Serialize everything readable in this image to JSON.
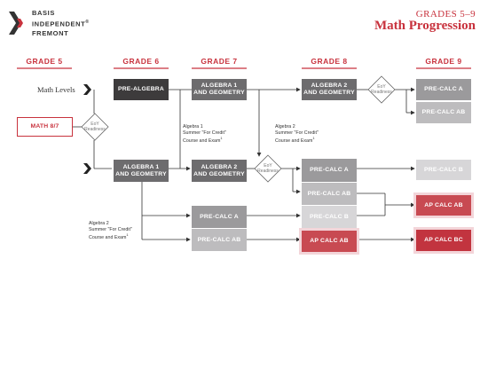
{
  "logo": {
    "line1": "BASIS",
    "line2": "INDEPENDENT",
    "mark_suffix": "®",
    "line3": "FREMONT"
  },
  "header": {
    "subtitle": "GRADES 5–9",
    "title": "Math Progression"
  },
  "grades": [
    "GRADE 5",
    "GRADE 6",
    "GRADE 7",
    "GRADE 8",
    "GRADE 9"
  ],
  "labels": {
    "math_levels": "Math Levels",
    "math_87": "MATH 8/7",
    "eoy_line1": "EoY",
    "eoy_line2": "Readiness"
  },
  "boxes": {
    "pre_algebra": "PRE-ALGEBRA",
    "alg1_geo_g7_l1": "ALGEBRA 1",
    "alg1_geo_g7_l2": "AND GEOMETRY",
    "alg2_geo_g8_l1": "ALGEBRA 2",
    "alg2_geo_g8_l2": "AND GEOMETRY",
    "precalc_a_g9_top": "PRE-CALC A",
    "precalc_ab_g9_top": "PRE-CALC AB",
    "alg1_geo_g6_l1": "ALGEBRA 1",
    "alg1_geo_g6_l2": "AND GEOMETRY",
    "alg2_geo_g7_l1": "ALGEBRA 2",
    "alg2_geo_g7_l2": "AND GEOMETRY",
    "precalc_a_g8": "PRE-CALC A",
    "precalc_ab_g8": "PRE-CALC AB",
    "precalc_b_g8": "PRE-CALC B",
    "ap_calc_ab_g8": "AP CALC AB",
    "precalc_b_g9": "PRE-CALC B",
    "ap_calc_ab_g9": "AP CALC AB",
    "ap_calc_bc_g9": "AP CALC BC",
    "precalc_a_g7": "PRE-CALC A",
    "precalc_ab_g7": "PRE-CALC AB"
  },
  "notes": {
    "alg1_summer": [
      "Algebra 1",
      "Summer \"For Credit\"",
      "Course and Exam",
      "1"
    ],
    "alg2_summer_top": [
      "Algebra 2",
      "Summer \"For Credit\"",
      "Course and Exam",
      "1"
    ],
    "alg2_summer_bottom": [
      "Algebra 2",
      "Summer \"For Credit\"",
      "Course and Exam",
      "1"
    ]
  },
  "colors": {
    "brand_red": "#c8323d",
    "dark": "#3d3b3c",
    "mid": "#6d6c6e",
    "gray": "#9b9a9c",
    "light": "#bdbcbe",
    "lighter": "#d7d6d8"
  }
}
